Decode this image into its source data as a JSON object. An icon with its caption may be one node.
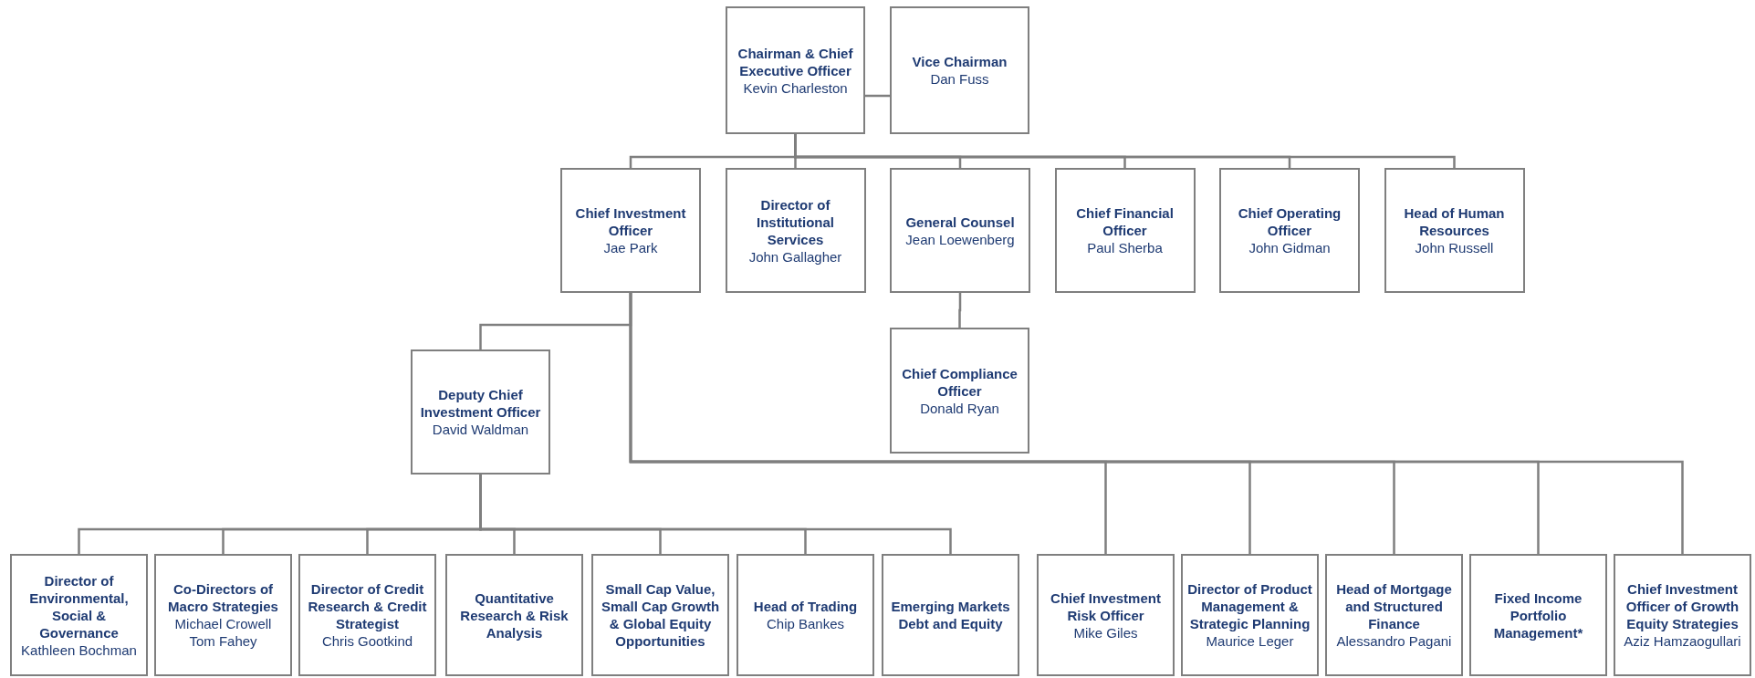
{
  "diagram": {
    "nodes": [
      {
        "text": [
          "Chairman & Chief Executive Officer",
          "Kevin Charleston"
        ]
      },
      {
        "text": [
          "Vice Chairman",
          "Dan Fuss"
        ]
      },
      {
        "text": [
          "Chief Investment Officer",
          "Jae Park"
        ]
      },
      {
        "text": [
          "Director of Institutional Services",
          "John Gallagher"
        ]
      },
      {
        "text": [
          "General Counsel",
          "Jean Loewenberg"
        ]
      },
      {
        "text": [
          "Chief Financial Officer",
          "Paul Sherba"
        ]
      },
      {
        "text": [
          "Chief Operating Officer",
          "John Gidman"
        ]
      },
      {
        "text": [
          "Head of Human Resources",
          "John Russell"
        ]
      },
      {
        "text": [
          "Deputy Chief Investment Officer",
          "David Waldman"
        ]
      },
      {
        "text": [
          "Chief Compliance Officer",
          "Donald Ryan"
        ]
      },
      {
        "text": [
          "Director of Environmental, Social & Governance",
          "Kathleen Bochman"
        ]
      },
      {
        "text": [
          "Co-Directors of Macro Strategies",
          "Michael Crowell",
          "Tom Fahey"
        ]
      },
      {
        "text": [
          "Director of Credit Research & Credit Strategist",
          "Chris Gootkind"
        ]
      },
      {
        "text": [
          "Quantitative Research & Risk Analysis"
        ]
      },
      {
        "text": [
          "Small Cap Value, Small Cap Growth & Global Equity Opportunities"
        ]
      },
      {
        "text": [
          "Head of Trading",
          "Chip Bankes"
        ]
      },
      {
        "text": [
          "Emerging Markets Debt and Equity"
        ]
      },
      {
        "text": [
          "Chief Investment Risk Officer",
          "Mike Giles"
        ]
      },
      {
        "text": [
          "Director of Product Management & Strategic Planning",
          "Maurice Leger"
        ]
      },
      {
        "text": [
          "Head of Mortgage and Structured Finance",
          "Alessandro Pagani"
        ]
      },
      {
        "text": [
          "Fixed Income Portfolio Management*"
        ]
      },
      {
        "text": [
          "Chief Investment Officer of Growth Equity Strategies",
          "Aziz Hamzaogullari"
        ]
      }
    ],
    "edges": [
      {
        "from": 0,
        "to": 1,
        "arrow": "none"
      },
      {
        "from": 0,
        "to": 2,
        "arrow": "none"
      },
      {
        "from": 0,
        "to": 3,
        "arrow": "none"
      },
      {
        "from": 0,
        "to": 4,
        "arrow": "none"
      },
      {
        "from": 0,
        "to": 5,
        "arrow": "none"
      },
      {
        "from": 0,
        "to": 6,
        "arrow": "none"
      },
      {
        "from": 0,
        "to": 7,
        "arrow": "none"
      },
      {
        "from": 4,
        "to": 9,
        "arrow": "none"
      },
      {
        "from": 2,
        "to": 8,
        "arrow": "none"
      },
      {
        "from": 8,
        "to": 10,
        "arrow": "none"
      },
      {
        "from": 8,
        "to": 11,
        "arrow": "none"
      },
      {
        "from": 8,
        "to": 12,
        "arrow": "none"
      },
      {
        "from": 8,
        "to": 13,
        "arrow": "none"
      },
      {
        "from": 8,
        "to": 14,
        "arrow": "none"
      },
      {
        "from": 8,
        "to": 15,
        "arrow": "none"
      },
      {
        "from": 8,
        "to": 16,
        "arrow": "none"
      },
      {
        "from": 2,
        "to": 17,
        "arrow": "none"
      },
      {
        "from": 2,
        "to": 18,
        "arrow": "none"
      },
      {
        "from": 2,
        "to": 19,
        "arrow": "none"
      },
      {
        "from": 2,
        "to": 20,
        "arrow": "none"
      },
      {
        "from": 2,
        "to": 21,
        "arrow": "none"
      }
    ]
  }
}
